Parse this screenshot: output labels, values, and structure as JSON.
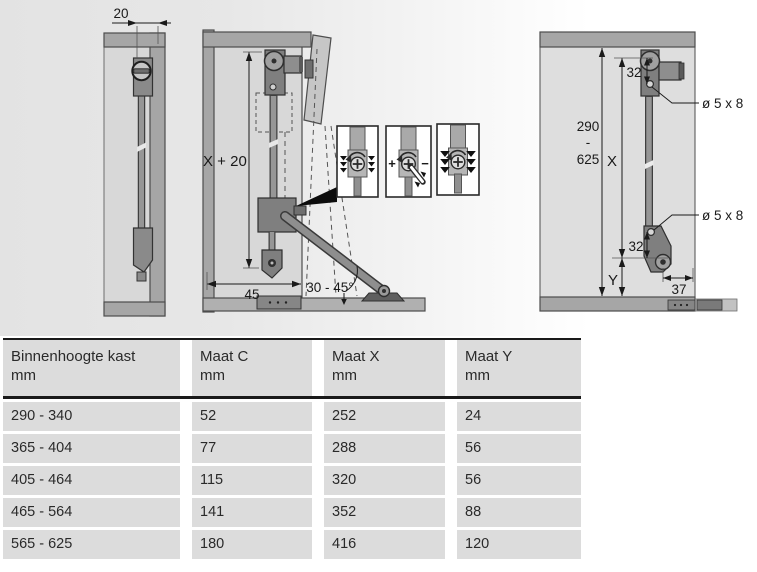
{
  "diagram_left": {
    "dim_depth": "20"
  },
  "diagram_front": {
    "dim_height": "X + 20",
    "dim_depth": "45",
    "dim_angle": "30 - 45°",
    "inset_plus": "+",
    "inset_minus": "−"
  },
  "diagram_right": {
    "range_min": "290",
    "range_sep": "-",
    "range_max": "625",
    "dim_x": "X",
    "dim_y": "Y",
    "dim_offset_top": "32",
    "dim_offset_bottom": "32",
    "dim_foot": "37",
    "drill_top": "ø 5 x 8",
    "drill_bottom": "ø 5 x 8"
  },
  "table": {
    "headers": [
      {
        "label": "Binnenhoogte kast",
        "unit": "mm"
      },
      {
        "label": "Maat C",
        "unit": "mm"
      },
      {
        "label": "Maat X",
        "unit": "mm"
      },
      {
        "label": "Maat Y",
        "unit": "mm"
      }
    ],
    "rows": [
      [
        "290 - 340",
        "52",
        "252",
        "24"
      ],
      [
        "365 - 404",
        "77",
        "288",
        "56"
      ],
      [
        "405 - 464",
        "115",
        "320",
        "56"
      ],
      [
        "465 - 564",
        "141",
        "352",
        "88"
      ],
      [
        "565 - 625",
        "180",
        "416",
        "120"
      ]
    ]
  },
  "colors": {
    "panel_dark": "#a6a6a6",
    "panel_light": "#d8d8d8",
    "metal": "#7f7f7f",
    "table_cell": "#dcdcdc",
    "line": "#1a1a1a"
  }
}
